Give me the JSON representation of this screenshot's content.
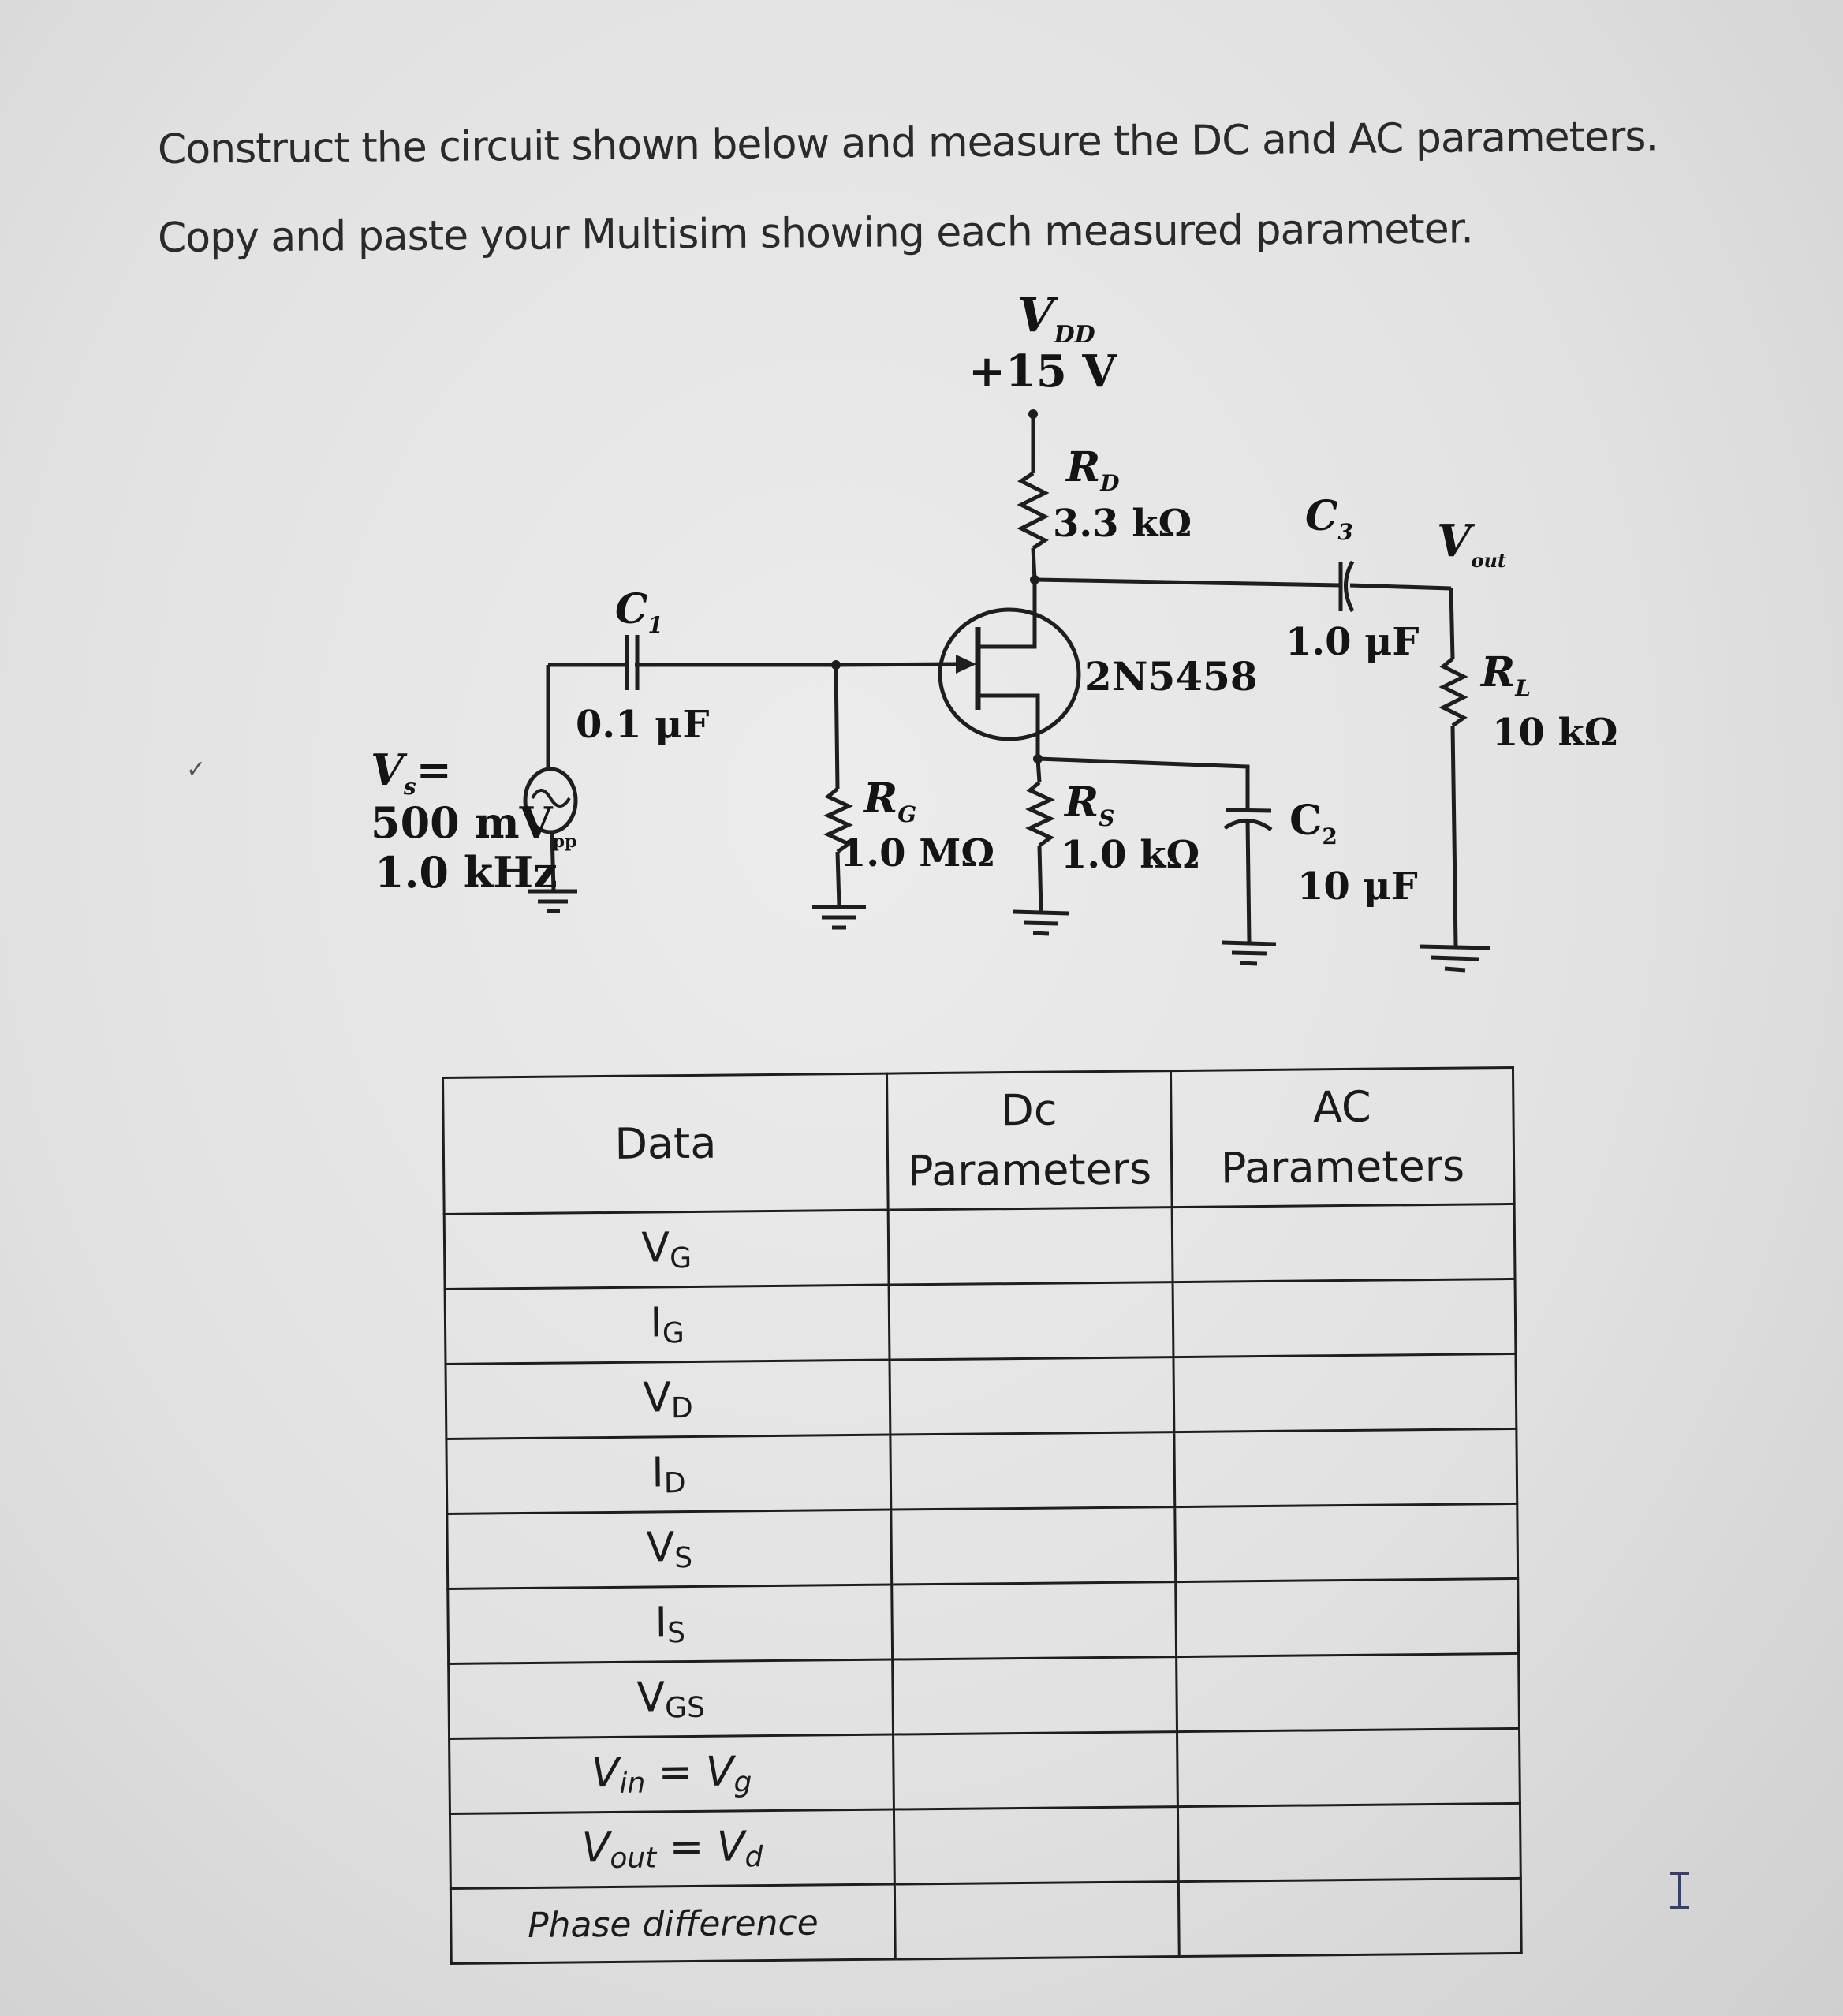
{
  "instructions": {
    "line1": "Construct the circuit shown below and measure the DC and AC parameters.",
    "line2": "Copy and paste your Multisim showing each measured parameter."
  },
  "circuit": {
    "supply": {
      "name": "V",
      "sub": "DD",
      "value": "+15 V"
    },
    "rd": {
      "name": "R",
      "sub": "D",
      "value": "3.3 kΩ"
    },
    "transistor": {
      "part": "2N5458"
    },
    "c1": {
      "name": "C",
      "sub": "1",
      "value": "0.1 μF"
    },
    "c3": {
      "name": "C",
      "sub": "3",
      "value": "1.0 μF"
    },
    "vout": {
      "name": "V",
      "sub": "out"
    },
    "rl": {
      "name": "R",
      "sub": "L",
      "value": "10 kΩ"
    },
    "source": {
      "name": "V",
      "sub": "s",
      "eq": "=",
      "amplitude": "500 mV",
      "amp_sub": "pp",
      "frequency": "1.0 kHz"
    },
    "rg": {
      "name": "R",
      "sub": "G",
      "value": "1.0 MΩ"
    },
    "rs": {
      "name": "R",
      "sub": "S",
      "value": "1.0 kΩ"
    },
    "c2": {
      "name": "C",
      "sub": "2",
      "value": "10 μF"
    }
  },
  "table": {
    "headers": {
      "data": "Data",
      "dc_line1": "Dc",
      "dc_line2": "Parameters",
      "ac_line1": "AC",
      "ac_line2": "Parameters"
    },
    "rows": [
      {
        "main": "V",
        "sub": "G",
        "dc": "",
        "ac": ""
      },
      {
        "main": "I",
        "sub": "G",
        "dc": "",
        "ac": ""
      },
      {
        "main": "V",
        "sub": "D",
        "dc": "",
        "ac": ""
      },
      {
        "main": "I",
        "sub": "D",
        "dc": "",
        "ac": ""
      },
      {
        "main": "V",
        "sub": "S",
        "dc": "",
        "ac": ""
      },
      {
        "main": "I",
        "sub": "S",
        "dc": "",
        "ac": ""
      },
      {
        "main": "V",
        "sub": "GS",
        "dc": "",
        "ac": ""
      },
      {
        "main": "V",
        "sub": "in",
        "rhs_main": "V",
        "rhs_sub": "g",
        "eq": " = ",
        "dc": "",
        "ac": ""
      },
      {
        "main": "V",
        "sub": "out",
        "rhs_main": "V",
        "rhs_sub": "d",
        "eq": " = ",
        "dc": "",
        "ac": ""
      },
      {
        "text": "Phase difference",
        "dc": "",
        "ac": ""
      }
    ]
  },
  "colors": {
    "ink": "#1b1b1b",
    "paper": "#e4e4e4",
    "cursor": "#3a3f66"
  }
}
